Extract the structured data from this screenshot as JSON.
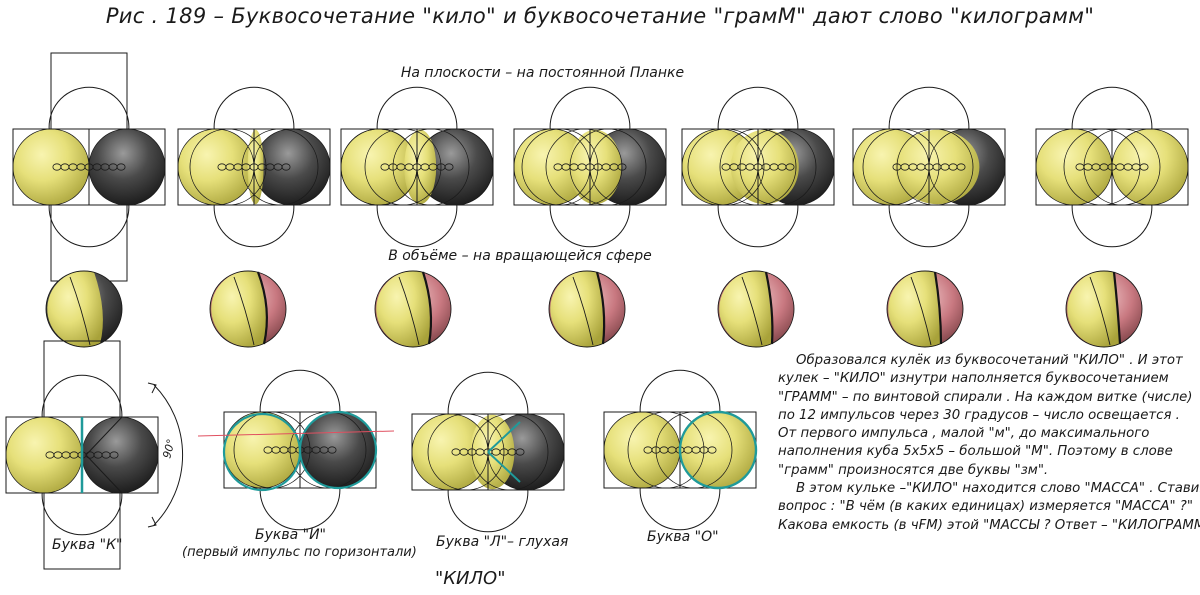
{
  "title": "Рис . 189 – Буквосочетание \"кило\" и буквосочетание \"грамМ\" дают слово \"килограмм\"",
  "row1_caption": "На плоскости – на постоянной Планке",
  "row2_caption": "В объёме – на вращающейся сфере",
  "letters": {
    "k": "Буква \"К\"",
    "i": "Буква \"И\"",
    "i_note": "(первый импульс по горизонтали)",
    "l": "Буква \"Л\"– глухая",
    "o": "Буква \"О\""
  },
  "angle_label": "90°",
  "bottom_word": "\"КИЛО\"",
  "paragraph": [
    "Образовался кулёк из буквосочетаний \"КИЛО\" . И этот",
    "кулек – \"КИЛО\" изнутри наполняется буквосочетанием",
    "\"ГРАММ\" – по винтовой спирали . На каждом витке (числе)",
    "по 12 импульсов через 30 градусов – число освещается .",
    "От первого импульса , малой \"м\", до максимального",
    "наполнения куба 5х5х5 – большой \"М\". Поэтому в слове",
    " \"грамм\" произносятся две буквы \"зм\".",
    "В этом кульке –\"КИЛО\" находится слово \"МАССА\" . Ставим",
    "вопрос : \"В чём (в каких единицах) измеряется \"МАССА\" ?\"",
    "Какова емкость (в чFМ) этой \"МАССЫ ? Ответ – \"КИЛОГРАММ\"."
  ],
  "colors": {
    "yellow": "#e6e07a",
    "dark": "#3c3c3c",
    "pink": "#c87880",
    "teal": "#1f9a9a",
    "guide_red": "#e05060"
  }
}
